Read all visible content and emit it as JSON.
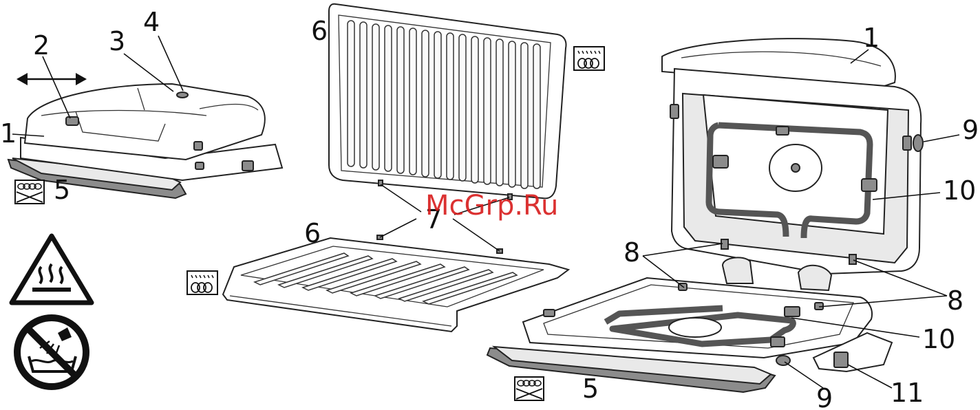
{
  "watermark": "McGrp.Ru",
  "callouts": {
    "left_1": "1",
    "left_2": "2",
    "left_3": "3",
    "left_4": "4",
    "left_5": "5",
    "mid_6_top": "6",
    "mid_6_bottom": "6",
    "mid_7": "7",
    "right_1": "1",
    "right_9_top": "9",
    "right_10_top": "10",
    "right_8_left": "8",
    "right_8_right": "8",
    "right_10_bottom": "10",
    "right_5": "5",
    "right_9_bottom": "9",
    "right_11": "11"
  },
  "icons": {
    "hot_surface": "hot-surface-warning-icon",
    "no_immersion": "no-water-immersion-icon",
    "dishwasher_safe": "dishwasher-safe-icon",
    "not_dishwasher_safe": "not-dishwasher-safe-icon",
    "slide_direction": "double-arrow-icon"
  }
}
